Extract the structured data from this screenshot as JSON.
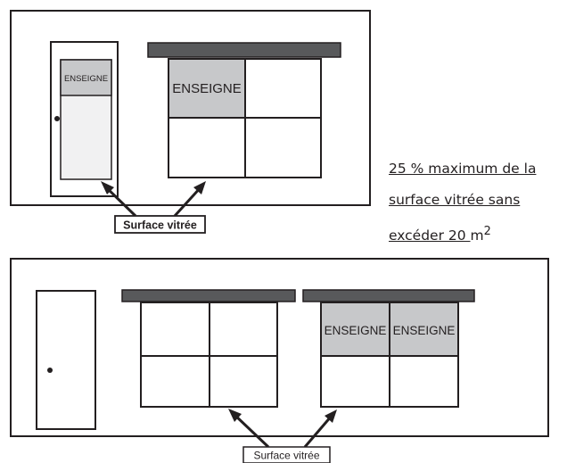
{
  "labels": {
    "sign": "ENSEIGNE",
    "glazed_surface": "Surface vitrée"
  },
  "note": {
    "line1": "25 % maximum de la",
    "line2": "surface vitrée sans",
    "line3": "excéder 20 ",
    "unit": "m",
    "unit_exp": "2"
  },
  "colors": {
    "stroke": "#231f20",
    "awning": "#58595b",
    "sign_fill": "#c7c8ca",
    "glass_fill": "#f1f1f2"
  }
}
